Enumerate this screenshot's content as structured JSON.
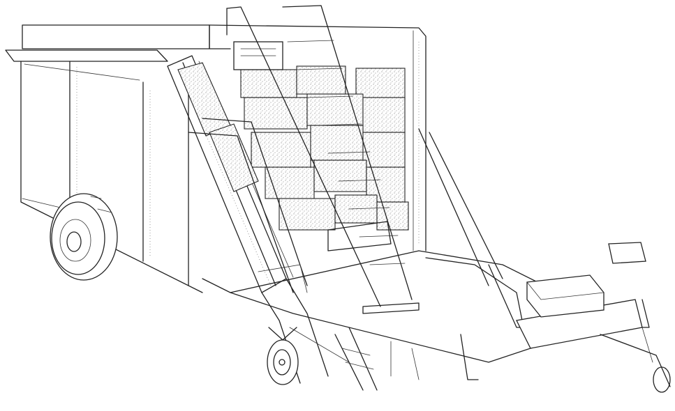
{
  "figure": {
    "subject": "hay-bale-loader-trailer-illustration",
    "style": "line-drawing",
    "colors": {
      "ink": "#222222",
      "background": "#ffffff",
      "stipple": "#555555"
    },
    "components": [
      "trailer-body",
      "stacked-hay-bales",
      "bale-elevator-conveyor",
      "access-ladder",
      "main-wheel",
      "front-caster-wheel",
      "tow-hitch-drawbar",
      "battery-box",
      "side-rails"
    ]
  }
}
